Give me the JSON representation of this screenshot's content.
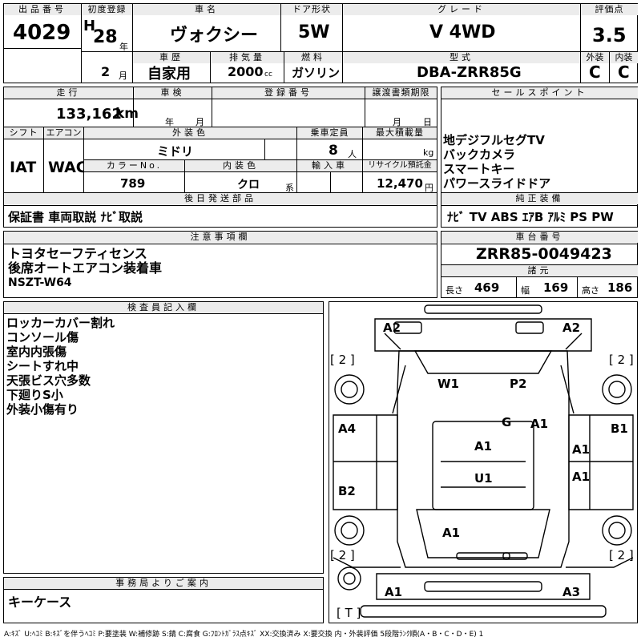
{
  "header": {
    "lot_label": "出品番号",
    "lot": "4029",
    "reg_label": "初度登録",
    "era": "H",
    "reg_year": "28",
    "year_unit": "年",
    "reg_month": "2",
    "month_unit": "月",
    "name_label": "車名",
    "car_name": "ヴォクシー",
    "door_label": "ドア形状",
    "door": "5W",
    "grade_label": "グレード",
    "grade": "V 4WD",
    "score_label": "評価点",
    "score": "3.5",
    "history_label": "車歴",
    "history": "自家用",
    "displacement_label": "排気量",
    "displacement": "2000",
    "cc_unit": "cc",
    "fuel_label": "燃料",
    "fuel": "ガソリン",
    "model_label": "型式",
    "model": "DBA-ZRR85G",
    "ext_label": "外装",
    "ext_grade": "C",
    "int_label": "内装",
    "int_grade": "C"
  },
  "mid": {
    "mileage_label": "走行",
    "mileage": "133,162",
    "km_unit": "km",
    "inspection_label": "車検",
    "insp_year_unit": "年",
    "insp_month_unit": "月",
    "regno_label": "登録番号",
    "transfer_label": "譲渡書類期限",
    "transfer_month_unit": "月",
    "transfer_day_unit": "日",
    "shift_label": "シフト",
    "shift": "IAT",
    "ac_label": "エアコン",
    "ac": "WAC",
    "color_label": "外装色",
    "color": "ミドリ",
    "capacity_label": "乗車定員",
    "capacity": "8",
    "capacity_unit": "人",
    "load_label": "最大積載量",
    "load_unit": "kg",
    "colorno_label": "カラーNo.",
    "colorno": "789",
    "intcolor_label": "内装色",
    "intcolor": "クロ",
    "intcolor_unit": "系",
    "import_label": "輸入車",
    "recycle_label": "リサイクル預託金",
    "recycle": "12,470",
    "recycle_unit": "円",
    "later_label": "後日発送部品",
    "later": "保証書 車両取説 ﾅﾋﾞ取説"
  },
  "sales": {
    "label": "セールスポイント",
    "points": [
      "地デジフルセグTV",
      "バックカメラ",
      "スマートキー",
      "パワースライドドア"
    ],
    "equip_label": "純正装備",
    "equip": "ﾅﾋﾞ TV ABS ｴｱB ｱﾙﾐ PS PW"
  },
  "notes": {
    "label": "注意事項欄",
    "lines": [
      "トヨタセーフティセンス",
      "後席オートエアコン装着車",
      "NSZT-W64"
    ]
  },
  "chassis": {
    "label": "車台番号",
    "number": "ZRR85-0049423",
    "spec_label": "諸元",
    "len_label": "長さ",
    "len": "469",
    "wid_label": "幅",
    "wid": "169",
    "hgt_label": "高さ",
    "hgt": "186"
  },
  "inspector": {
    "label": "検査員記入欄",
    "lines": [
      "ロッカーカバー割れ",
      "コンソール傷",
      "室内内張傷",
      "シートすれ中",
      "天張ビス穴多数",
      "下廻りS小",
      "外装小傷有り"
    ]
  },
  "office": {
    "label": "事務局よりご案内",
    "text": "キーケース"
  },
  "car_marks": {
    "a2_fl": "A2",
    "a2_fr": "A2",
    "tire_fl": "[ 2 ]",
    "tire_fr": "[ 2 ]",
    "w1": "W1",
    "p2": "P2",
    "g": "G",
    "a1_hood": "A1",
    "a4": "A4",
    "b1": "B1",
    "a1_roof": "A1",
    "a1_rdoor1": "A1",
    "a1_rdoor2": "A1",
    "b2": "B2",
    "u1": "U1",
    "a1_tail": "A1",
    "tire_rl": "[ 2 ]",
    "tire_rr": "[ 2 ]",
    "a1_rl": "A1",
    "a3_rr": "A3",
    "spare": "[ T ]"
  },
  "legend": "A:ｷｽﾞ U:ﾍｺﾐ B:ｷｽﾞを伴うﾍｺﾐ P:要塗装 W:補修跡 S:錆 C:腐食 G:ﾌﾛﾝﾄｶﾞﾗｽ点ｷｽﾞ XX:交換済み X:要交換 内・外装評価 5段階ﾗﾝｸ順(A・B・C・D・E) 1"
}
